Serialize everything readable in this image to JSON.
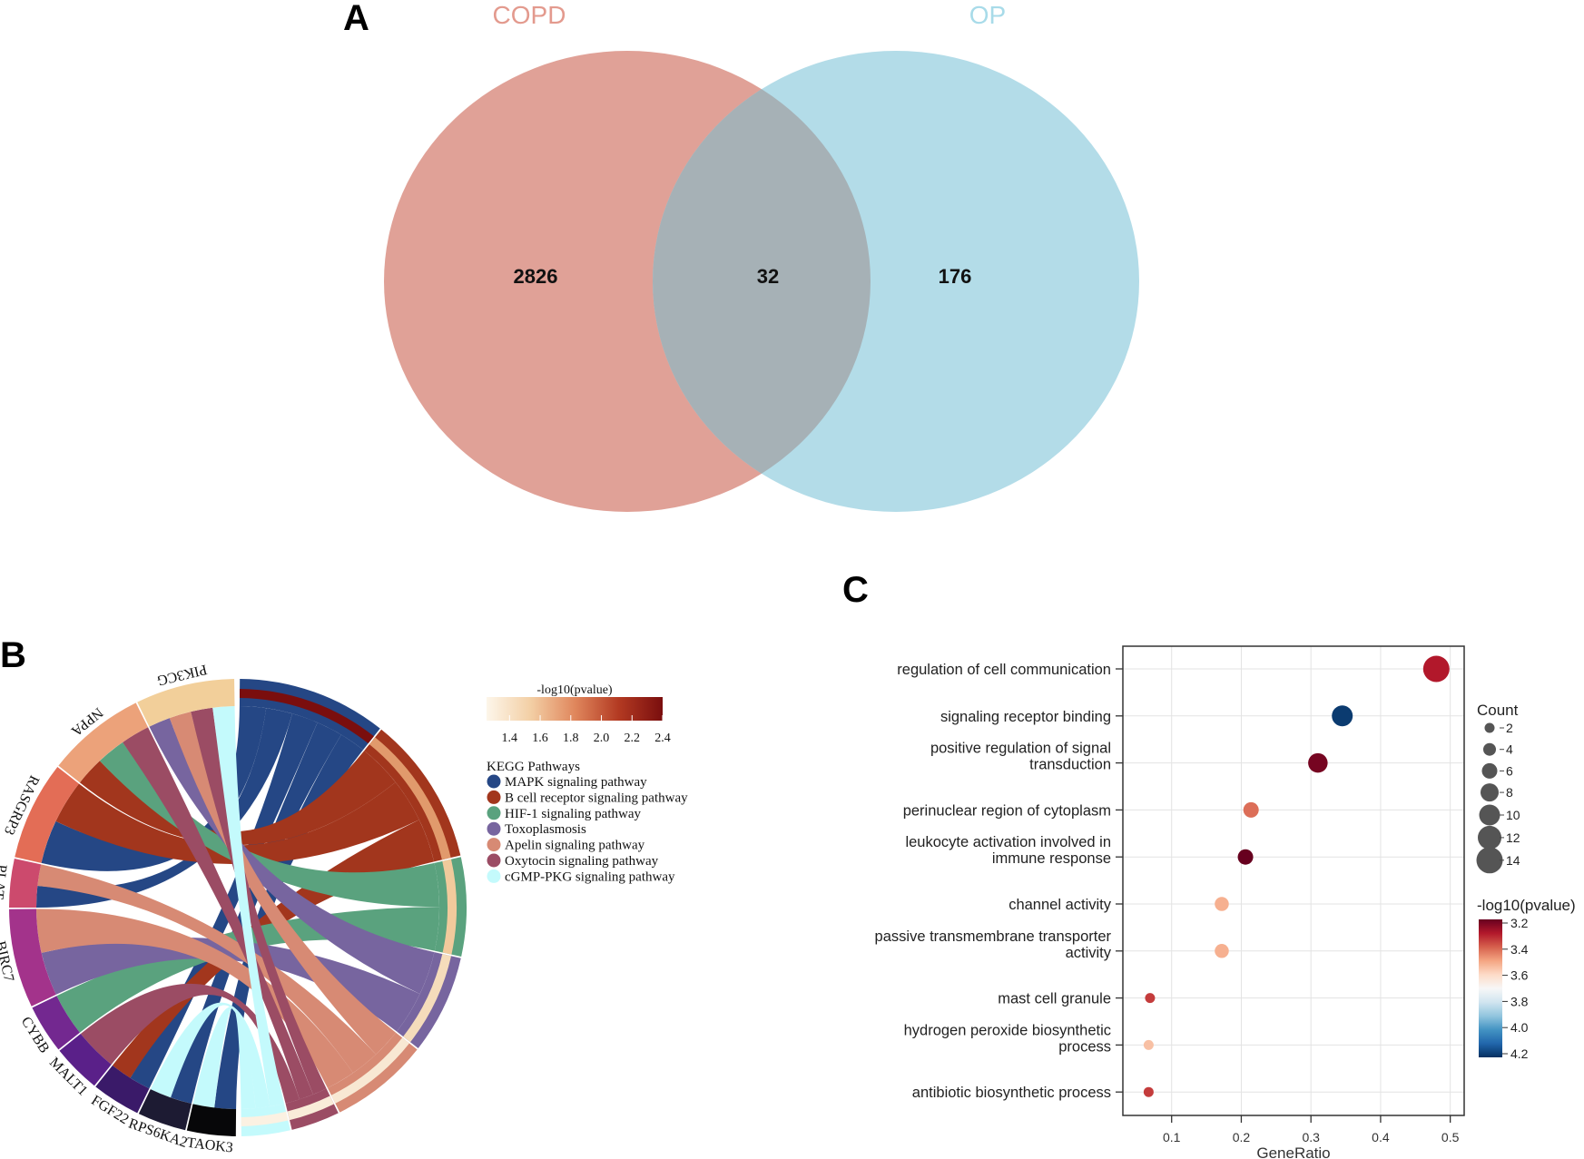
{
  "panels": {
    "a": {
      "letter": "A"
    },
    "b": {
      "letter": "B"
    },
    "c": {
      "letter": "C"
    }
  },
  "venn": {
    "sets": [
      {
        "label": "COPD",
        "only_count": "2826",
        "color": "#e0a197",
        "label_color": "#e39a8e"
      },
      {
        "label": "OP",
        "only_count": "176",
        "color": "#b3dce8",
        "label_color": "#a8dbe9"
      }
    ],
    "overlap_count": "32",
    "overlap_color": "#a6b1b6"
  },
  "chord": {
    "genes": [
      {
        "name": "TAOK3",
        "color": "#070709"
      },
      {
        "name": "RPS6KA2",
        "color": "#1d1b33"
      },
      {
        "name": "FGF22",
        "color": "#3a1a69"
      },
      {
        "name": "MALT1",
        "color": "#5a2089"
      },
      {
        "name": "CYBB",
        "color": "#732890"
      },
      {
        "name": "BIRC7",
        "color": "#a3338b"
      },
      {
        "name": "PLAT",
        "color": "#cc4a6d"
      },
      {
        "name": "RASGRP3",
        "color": "#e36d56"
      },
      {
        "name": "NPPA",
        "color": "#eca27a"
      },
      {
        "name": "PIK3CG",
        "color": "#f2cf9a"
      }
    ],
    "pathways": [
      {
        "name": "MAPK signaling pathway",
        "color": "#254785",
        "pvalue_color": "#7a0e0e"
      },
      {
        "name": "B cell receptor signaling pathway",
        "color": "#a2361d",
        "pvalue_color": "#e19a6c"
      },
      {
        "name": "HIF-1 signaling pathway",
        "color": "#5aa27e",
        "pvalue_color": "#f1ca9c"
      },
      {
        "name": "Toxoplasmosis",
        "color": "#77659f",
        "pvalue_color": "#f5dcbb"
      },
      {
        "name": "Apelin signaling pathway",
        "color": "#d78a74",
        "pvalue_color": "#f8e8d3"
      },
      {
        "name": "Oxytocin signaling pathway",
        "color": "#9b4c64",
        "pvalue_color": "#f9ecd9"
      },
      {
        "name": "cGMP-PKG signaling pathway",
        "color": "#c4fafc",
        "pvalue_color": "#fbf1e2"
      }
    ],
    "colorbar": {
      "title": "-log10(pvalue)",
      "ticks": [
        "1.4",
        "1.6",
        "1.8",
        "2.0",
        "2.2",
        "2.4"
      ],
      "range": [
        1.25,
        2.4
      ],
      "colors": [
        "#fdf6ea",
        "#f3cfa5",
        "#e0875d",
        "#b33a22",
        "#7a0e0e"
      ]
    },
    "legend_title": "KEGG Pathways"
  },
  "chart_data": {
    "type": "scatter",
    "categories": [
      "regulation of cell communication",
      "signaling receptor binding",
      "positive regulation of signal transduction",
      "perinuclear region of cytoplasm",
      "leukocyte activation involved in immune response",
      "channel activity",
      "passive transmembrane transporter activity",
      "mast cell granule",
      "hydrogen peroxide biosynthetic process",
      "antibiotic biosynthetic process"
    ],
    "category_lines": [
      [
        "regulation of cell communication"
      ],
      [
        "signaling receptor binding"
      ],
      [
        "positive regulation of signal",
        "transduction"
      ],
      [
        "perinuclear region of cytoplasm"
      ],
      [
        "leukocyte activation involved in",
        "immune response"
      ],
      [
        "channel activity"
      ],
      [
        "passive transmembrane transporter",
        "activity"
      ],
      [
        "mast cell granule"
      ],
      [
        "hydrogen peroxide biosynthetic",
        "process"
      ],
      [
        "antibiotic biosynthetic process"
      ]
    ],
    "x": [
      0.48,
      0.345,
      0.31,
      0.214,
      0.206,
      0.172,
      0.172,
      0.069,
      0.067,
      0.067
    ],
    "count": [
      14,
      10,
      9,
      6,
      6,
      5,
      5,
      2,
      2,
      2
    ],
    "neg_log10_pvalue": [
      3.3,
      4.18,
      3.22,
      3.42,
      3.2,
      3.52,
      3.52,
      3.35,
      3.55,
      3.35
    ],
    "xlabel": "GeneRatio",
    "xticks": [
      "0.1",
      "0.2",
      "0.3",
      "0.4",
      "0.5"
    ],
    "xlim": [
      0.03,
      0.52
    ],
    "size_legend": {
      "title": "Count",
      "values": [
        2,
        4,
        6,
        8,
        10,
        12,
        14
      ]
    },
    "color_legend": {
      "title": "-log10(pvalue)",
      "ticks": [
        "3.2",
        "3.4",
        "3.6",
        "3.8",
        "4.0",
        "4.2"
      ],
      "range": [
        3.2,
        4.2
      ],
      "colors": [
        "#67001f",
        "#b2182b",
        "#d6604d",
        "#f4a582",
        "#fddbc7",
        "#f7f7f7",
        "#d1e5f0",
        "#92c5de",
        "#4393c3",
        "#2166ac",
        "#053061"
      ]
    },
    "grid": true
  }
}
